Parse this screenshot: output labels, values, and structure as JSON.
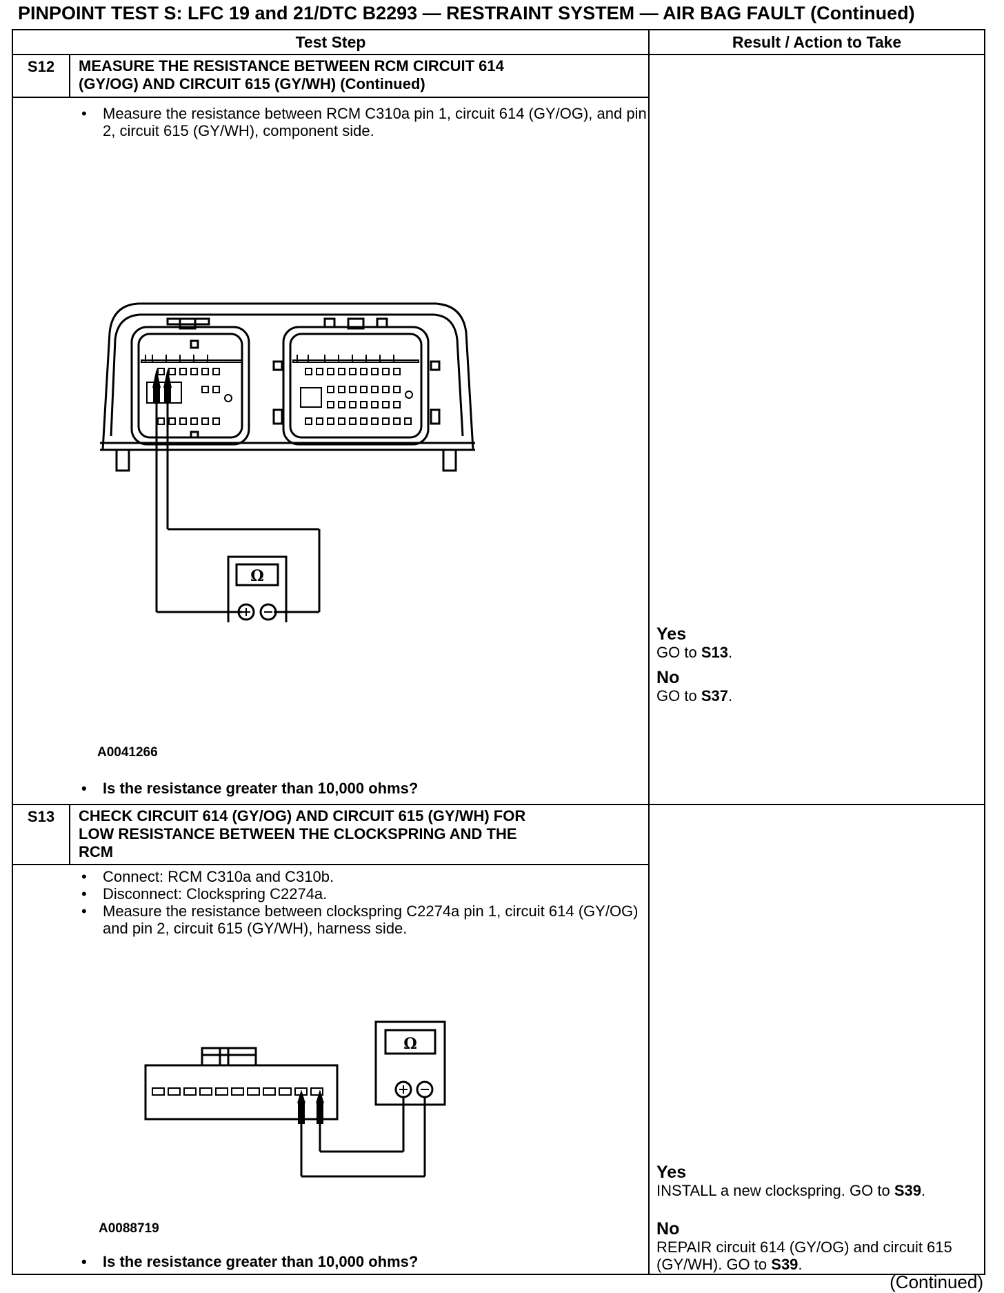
{
  "title": "PINPOINT TEST  S:  LFC 19 and 21/DTC B2293 — RESTRAINT SYSTEM — AIR BAG FAULT (Continued)",
  "headers": {
    "test_step": "Test Step",
    "result": "Result / Action to Take"
  },
  "steps": [
    {
      "id": "S12",
      "title_line1": "MEASURE THE RESISTANCE BETWEEN RCM CIRCUIT 614",
      "title_line2": "(GY/OG) AND CIRCUIT 615 (GY/WH) (Continued)",
      "bullets": [
        "Measure the resistance between RCM C310a pin 1, circuit 614 (GY/OG), and pin 2, circuit 615 (GY/WH), component side."
      ],
      "figure_id": "A0041266",
      "meter_symbol": "Ω",
      "question": "Is the resistance greater than 10,000 ohms?",
      "results": {
        "yes_label": "Yes",
        "yes_action": "GO to",
        "yes_target": "S13",
        "no_label": "No",
        "no_action": "GO to",
        "no_target": "S37"
      }
    },
    {
      "id": "S13",
      "title_line1": "CHECK CIRCUIT 614 (GY/OG) AND CIRCUIT 615 (GY/WH) FOR",
      "title_line2": "LOW RESISTANCE BETWEEN THE CLOCKSPRING AND THE",
      "title_line3": "RCM",
      "bullets": [
        "Connect: RCM C310a and C310b.",
        "Disconnect: Clockspring C2274a.",
        "Measure the resistance between clockspring C2274a pin 1, circuit 614 (GY/OG) and pin 2, circuit 615 (GY/WH), harness side."
      ],
      "figure_id": "A0088719",
      "meter_symbol": "Ω",
      "question": "Is the resistance greater than 10,000 ohms?",
      "results": {
        "yes_label": "Yes",
        "yes_action": "INSTALL a new clockspring. GO to",
        "yes_target": "S39",
        "no_label": "No",
        "no_action": "REPAIR circuit 614 (GY/OG) and circuit 615 (GY/WH). GO to",
        "no_target": "S39"
      }
    }
  ],
  "footer": "(Continued)"
}
